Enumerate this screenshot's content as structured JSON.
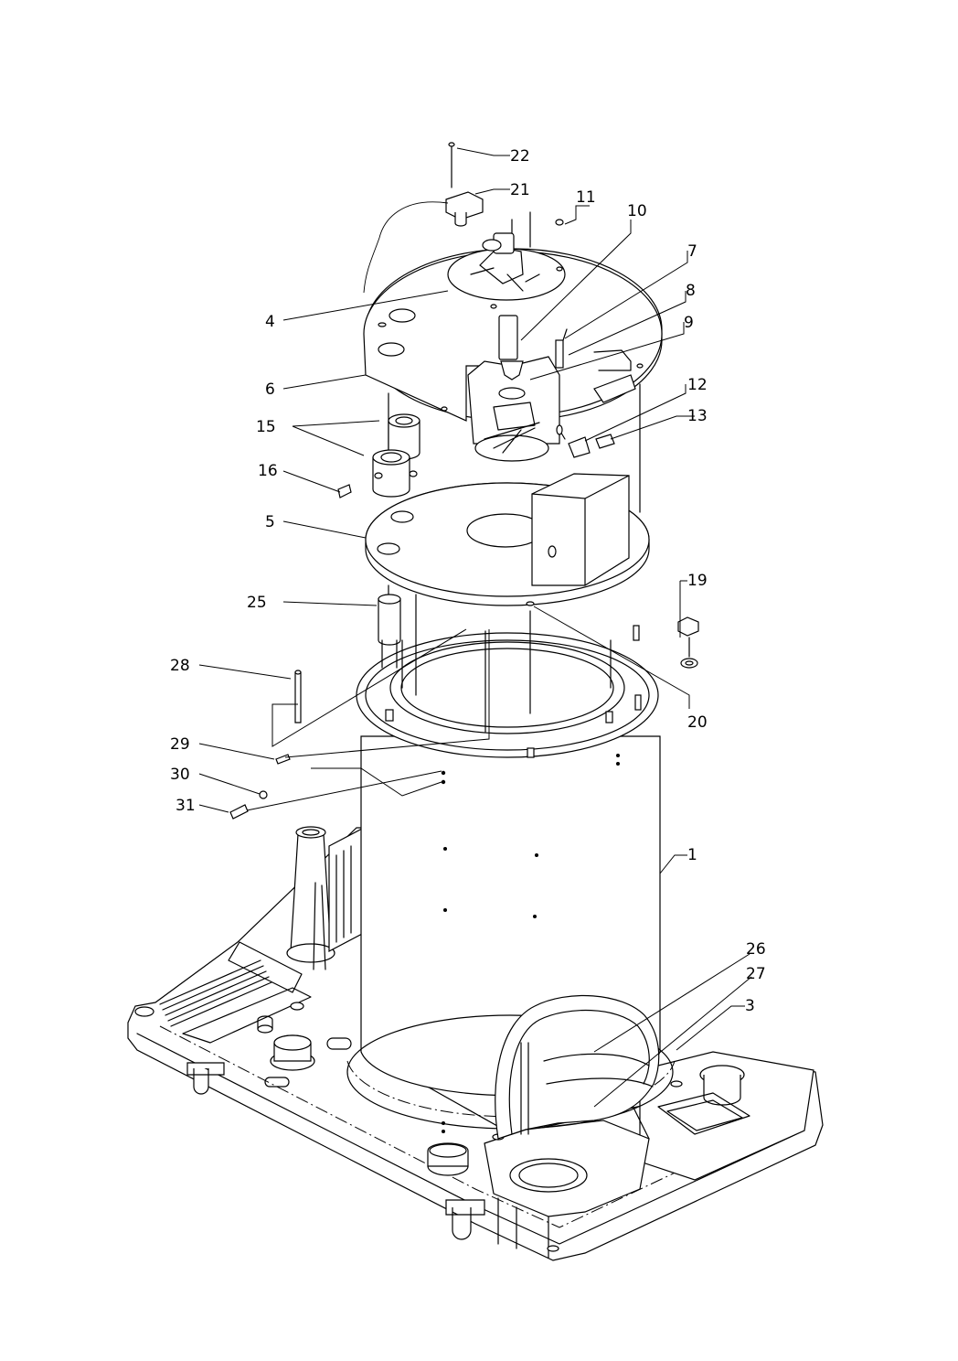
{
  "callouts": [
    {
      "id": "22",
      "text": "22"
    },
    {
      "id": "21",
      "text": "21"
    },
    {
      "id": "11",
      "text": "11"
    },
    {
      "id": "10",
      "text": "10"
    },
    {
      "id": "7",
      "text": "7"
    },
    {
      "id": "8",
      "text": "8"
    },
    {
      "id": "4",
      "text": "4"
    },
    {
      "id": "9",
      "text": "9"
    },
    {
      "id": "6",
      "text": "6"
    },
    {
      "id": "12",
      "text": "12"
    },
    {
      "id": "13",
      "text": "13"
    },
    {
      "id": "15",
      "text": "15"
    },
    {
      "id": "16",
      "text": "16"
    },
    {
      "id": "5",
      "text": "5"
    },
    {
      "id": "19",
      "text": "19"
    },
    {
      "id": "25",
      "text": "25"
    },
    {
      "id": "28",
      "text": "28"
    },
    {
      "id": "20",
      "text": "20"
    },
    {
      "id": "29",
      "text": "29"
    },
    {
      "id": "30",
      "text": "30"
    },
    {
      "id": "31",
      "text": "31"
    },
    {
      "id": "1",
      "text": "1"
    },
    {
      "id": "26",
      "text": "26"
    },
    {
      "id": "27",
      "text": "27"
    },
    {
      "id": "3",
      "text": "3"
    }
  ]
}
